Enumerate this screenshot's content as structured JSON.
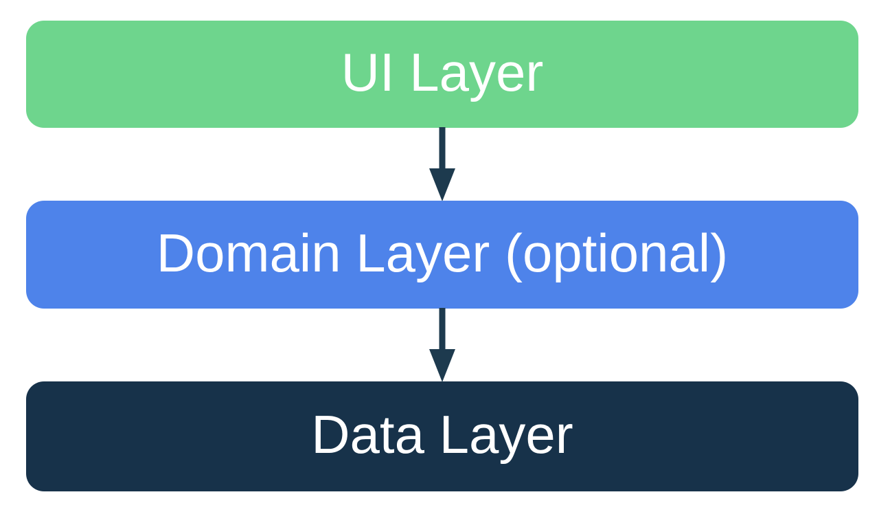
{
  "diagram": {
    "background_color": "#ffffff",
    "nodes": [
      {
        "id": "ui-layer",
        "label": "UI Layer",
        "fill_color": "#6ed58d",
        "text_color": "#ffffff"
      },
      {
        "id": "domain-layer",
        "label": "Domain Layer (optional)",
        "fill_color": "#4e83ea",
        "text_color": "#ffffff"
      },
      {
        "id": "data-layer",
        "label": "Data Layer",
        "fill_color": "#17324a",
        "text_color": "#ffffff"
      }
    ],
    "edges": [
      {
        "from": "UI Layer",
        "to": "Domain Layer (optional)",
        "direction": "down",
        "color": "#1d3a4e"
      },
      {
        "from": "Domain Layer (optional)",
        "to": "Data Layer",
        "direction": "down",
        "color": "#1d3a4e"
      }
    ]
  }
}
